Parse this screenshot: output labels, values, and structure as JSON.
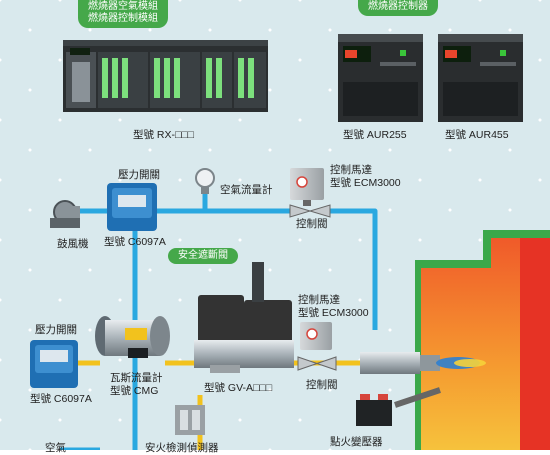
{
  "top_left_module": {
    "title_line1": "燃燒器空氣模組",
    "title_line2": "燃燒器控制模組",
    "model": "型號 RX-□□□"
  },
  "top_right_controller": {
    "title": "燃燒器控制器",
    "model_a": "型號 AUR255",
    "model_b": "型號 AUR455"
  },
  "components": {
    "pressure_switch_top": "壓力開關",
    "pressure_switch_top_model": "型號 C6097A",
    "blower": "鼓風機",
    "air_flow_meter": "空氣流量計",
    "control_motor_top": "控制馬達",
    "control_motor_top_model": "型號 ECM3000",
    "control_valve_top": "控制閥",
    "safety_shutoff_valve": "安全遮斷閥",
    "pressure_switch_left": "壓力開關",
    "pressure_switch_left_model": "型號 C6097A",
    "gas_flow_meter": "瓦斯流量計",
    "gas_flow_meter_model": "型號 CMG",
    "gas_valve_model": "型號 GV-A□□□",
    "control_motor_mid": "控制馬達",
    "control_motor_mid_model": "型號 ECM3000",
    "control_valve_mid": "控制閥",
    "ignition_transformer": "點火變壓器",
    "air_legend": "空氣",
    "bottom_partial": "安火檢測偵測器"
  },
  "colors": {
    "air_line": "#2aa8e0",
    "gas_line": "#f2c21d",
    "furnace_outer": "#3aa84a",
    "furnace_inner": "#e63325",
    "accent_green": "#45a84a"
  }
}
